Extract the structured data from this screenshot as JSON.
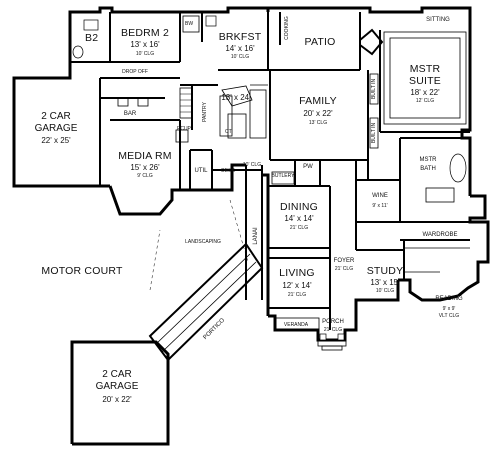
{
  "labels": {
    "b2": "B2",
    "bedroom2": {
      "name": "BEDRM 2",
      "dim": "13' x 16'",
      "clg": "10' CLG"
    },
    "bw": "BW",
    "brkfst": {
      "name": "BRKFST",
      "dim": "14' x 16'",
      "clg": "10' CLG"
    },
    "cooking": "COOKING",
    "patio": "PATIO",
    "sitting": "SITTING",
    "mstr_suite": {
      "name1": "MSTR",
      "name2": "SUITE",
      "dim": "18' x 22'",
      "clg": "12' CLG"
    },
    "drop_off": "DROP OFF",
    "garage_left": {
      "name1": "2 CAR",
      "name2": "GARAGE",
      "dim": "22' x 25'"
    },
    "bar": "BAR",
    "pantry": "PANTRY",
    "kitchen_dim": "13' x 24'",
    "ct": "CT",
    "family": {
      "name": "FAMILY",
      "dim": "20' x 22'",
      "clg": "13' CLG"
    },
    "built_in_1": "BUILT IN",
    "built_in_2": "BUILT IN",
    "mstr_bath": {
      "name1": "MSTR",
      "name2": "BATH"
    },
    "media": {
      "name": "MEDIA RM",
      "dim": "15' x 26'",
      "clg": "9' CLG"
    },
    "ecup": "ECUP",
    "util": "UTIL",
    "desk": "DESK",
    "hall_clg": "10' CLG",
    "pw": "PW",
    "butlery": "BUTLERY",
    "wine": {
      "name": "WINE",
      "dim": "9' x 11'"
    },
    "wardrobe": "WARDROBE",
    "dining": {
      "name": "DINING",
      "dim": "14' x 14'",
      "clg": "21' CLG"
    },
    "landscaping": "LANDSCAPING",
    "lanai": "LANAI",
    "foyer": {
      "name": "FOYER",
      "clg": "21' CLG"
    },
    "study": {
      "name": "STUDY",
      "dim": "13' x 15'",
      "clg": "10' CLG"
    },
    "motor_court": "MOTOR COURT",
    "living": {
      "name": "LIVING",
      "dim": "12' x 14'",
      "clg": "21' CLG"
    },
    "reading": {
      "name": "READING",
      "dim": "9' x 9'",
      "clg": "VLT CLG"
    },
    "portico": "PORTICO",
    "veranda": "VERANDA",
    "porch": {
      "name": "PORCH",
      "clg": "21' CLG"
    },
    "garage_right": {
      "name1": "2 CAR",
      "name2": "GARAGE",
      "dim": "20' x 22'"
    }
  }
}
